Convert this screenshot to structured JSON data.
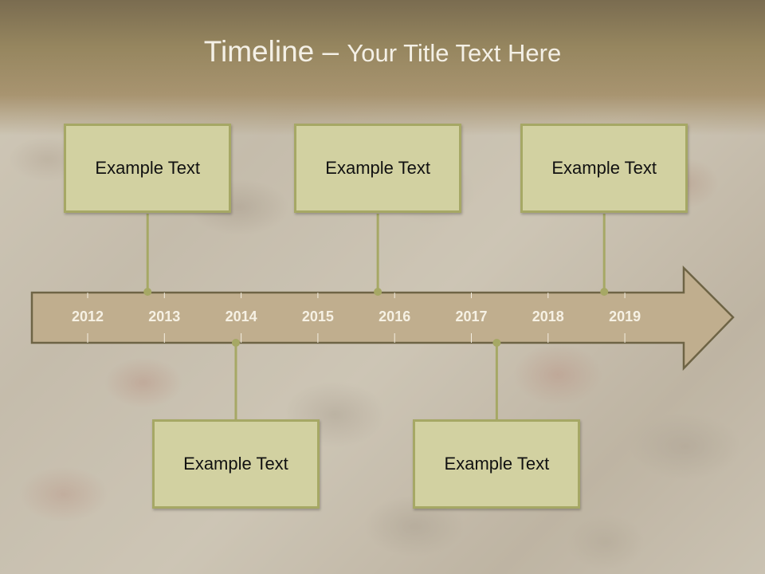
{
  "slide": {
    "title_main": "Timeline",
    "title_separator": " – ",
    "title_sub": "Your Title Text Here"
  },
  "timeline": {
    "years": [
      "2012",
      "2013",
      "2014",
      "2015",
      "2016",
      "2017",
      "2018",
      "2019"
    ],
    "arrow_color": "#c0ae8e",
    "arrow_border": "#6e6445",
    "connector_color": "#a6a865"
  },
  "events": [
    {
      "label": "Example Text",
      "side": "top",
      "year_position": 2012.75
    },
    {
      "label": "Example Text",
      "side": "bottom",
      "year_position": 2013.9
    },
    {
      "label": "Example Text",
      "side": "top",
      "year_position": 2015.75
    },
    {
      "label": "Example Text",
      "side": "bottom",
      "year_position": 2017.3
    },
    {
      "label": "Example Text",
      "side": "top",
      "year_position": 2018.7
    }
  ],
  "colors": {
    "box_fill": "#d2d1a1",
    "box_border": "#a6a865",
    "title_text": "#f4f0e6",
    "year_text": "#f6f1e4"
  }
}
